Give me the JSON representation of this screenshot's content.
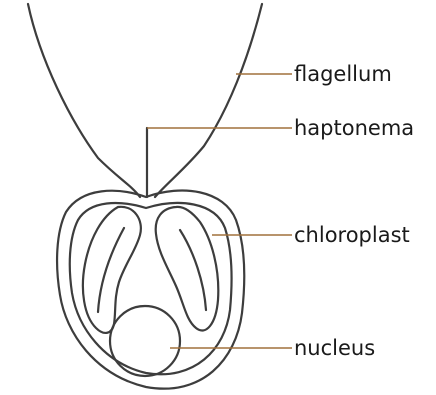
{
  "diagram": {
    "labels": {
      "flagellum": "flagellum",
      "haptonema": "haptonema",
      "chloroplast": "chloroplast",
      "nucleus": "nucleus"
    },
    "colors": {
      "outline": "#3d3d3d",
      "leader_line": "#a0703c",
      "text": "#1a1a1a",
      "background": "#ffffff"
    }
  }
}
